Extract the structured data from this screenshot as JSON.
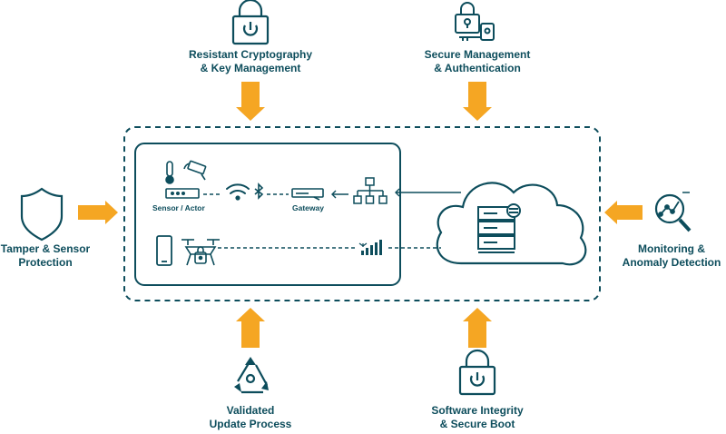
{
  "features": {
    "top_left": {
      "line1": "Resistant Cryptography",
      "line2": "& Key Management",
      "icon": "padlock-power-icon"
    },
    "top_right": {
      "line1": "Secure Management",
      "line2": "& Authentication",
      "icon": "padlock-key-icon"
    },
    "left": {
      "line1": "Tamper & Sensor",
      "line2": "Protection",
      "icon": "shield-icon"
    },
    "right": {
      "line1": "Monitoring &",
      "line2": "Anomaly Detection",
      "icon": "magnifier-graph-icon"
    },
    "bottom_left": {
      "line1": "Validated",
      "line2": "Update Process",
      "icon": "recycle-triangle-icon"
    },
    "bottom_right": {
      "line1": "Software Integrity",
      "line2": "& Secure Boot",
      "icon": "padlock-power-icon"
    }
  },
  "system": {
    "sensor_label": "Sensor / Actor",
    "gateway_label": "Gateway"
  },
  "colors": {
    "primary": "#0d4d5c",
    "accent": "#f5a623",
    "background": "#ffffff"
  }
}
